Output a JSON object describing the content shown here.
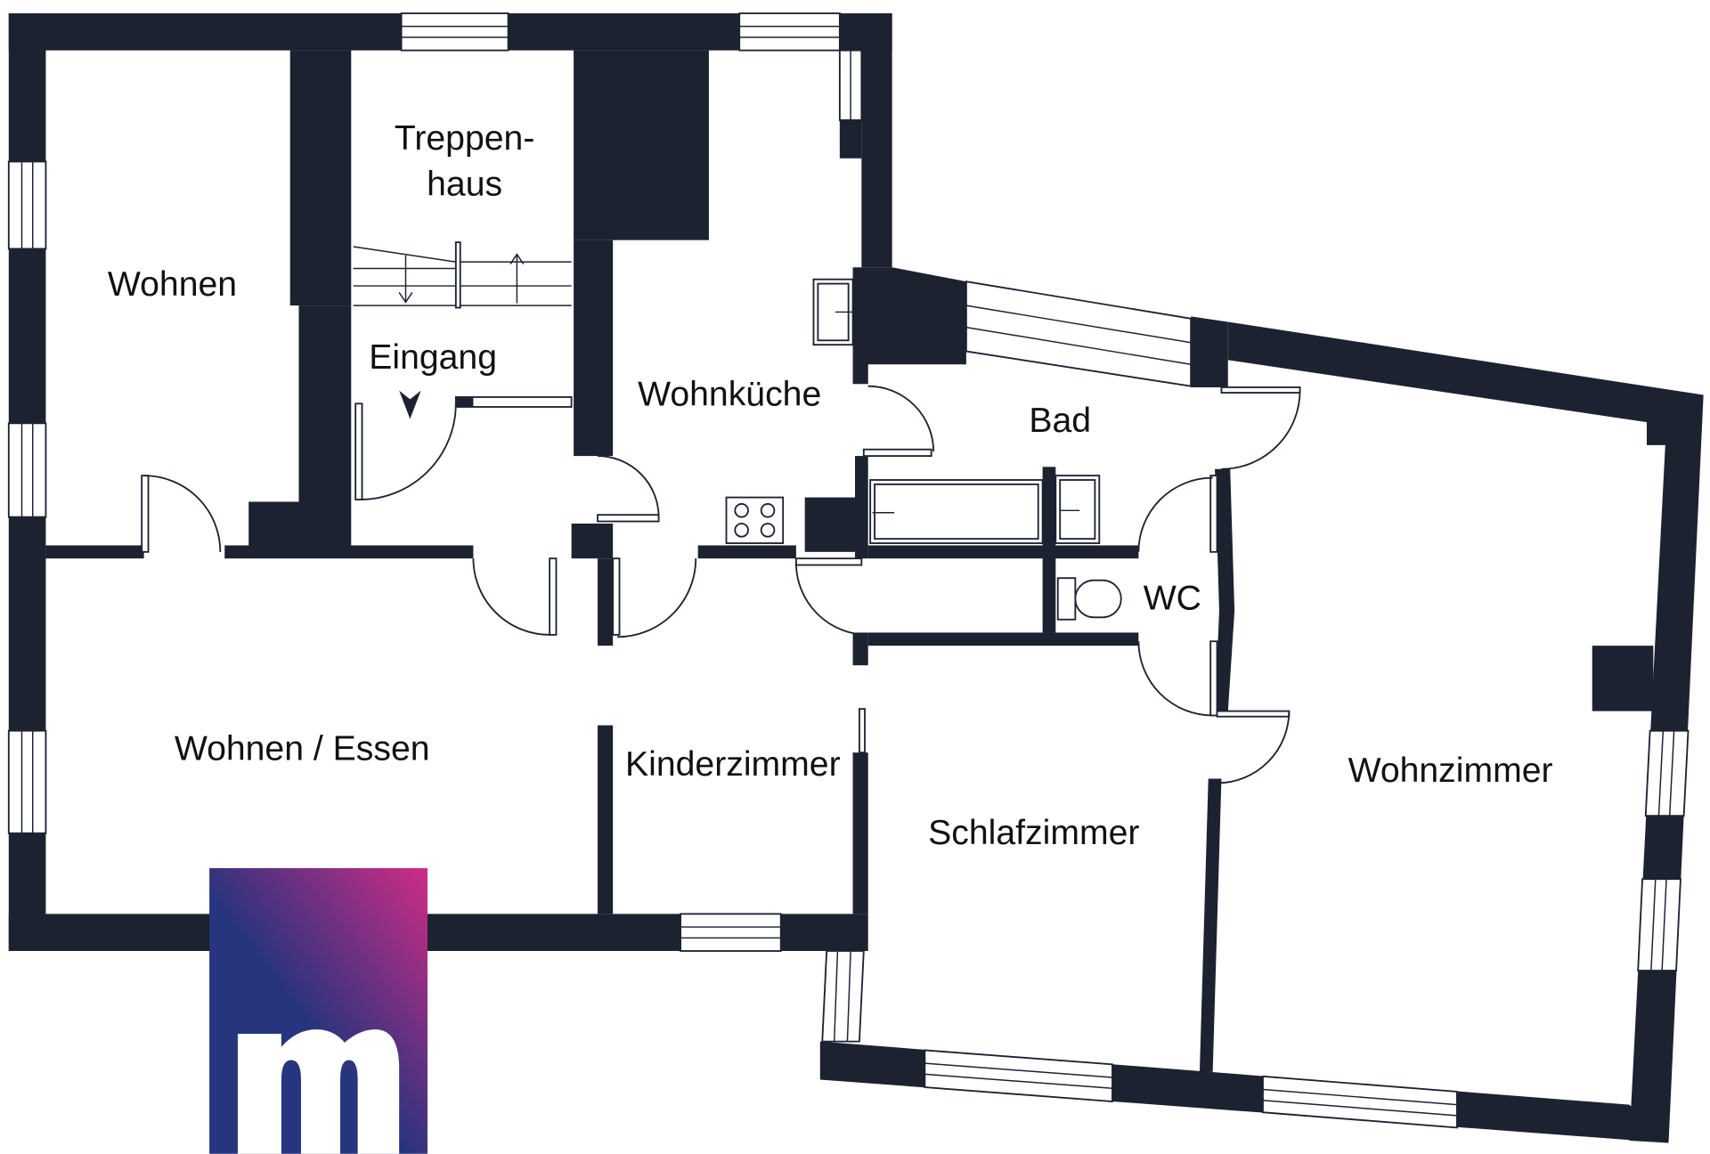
{
  "floorplan": {
    "labels": {
      "treppenhaus_line1": "Treppen-",
      "treppenhaus_line2": "haus",
      "wohnen": "Wohnen",
      "eingang": "Eingang",
      "wohnkueche": "Wohnküche",
      "bad": "Bad",
      "wc": "WC",
      "wohnen_essen": "Wohnen / Essen",
      "kinderzimmer": "Kinderzimmer",
      "schlafzimmer": "Schlafzimmer",
      "wohnzimmer": "Wohnzimmer"
    }
  },
  "icons": {
    "entrance": "entrance-arrow-icon",
    "stairs_down": "arrow-down-icon",
    "stairs_up": "arrow-up-icon"
  },
  "logo": {
    "letter": "m"
  },
  "colors": {
    "wall": "#1c2230",
    "background": "#ffffff",
    "label_text": "#111111",
    "logo_gradient_start": "#27347e",
    "logo_gradient_end": "#cf2c86",
    "logo_letter": "#ffffff"
  }
}
